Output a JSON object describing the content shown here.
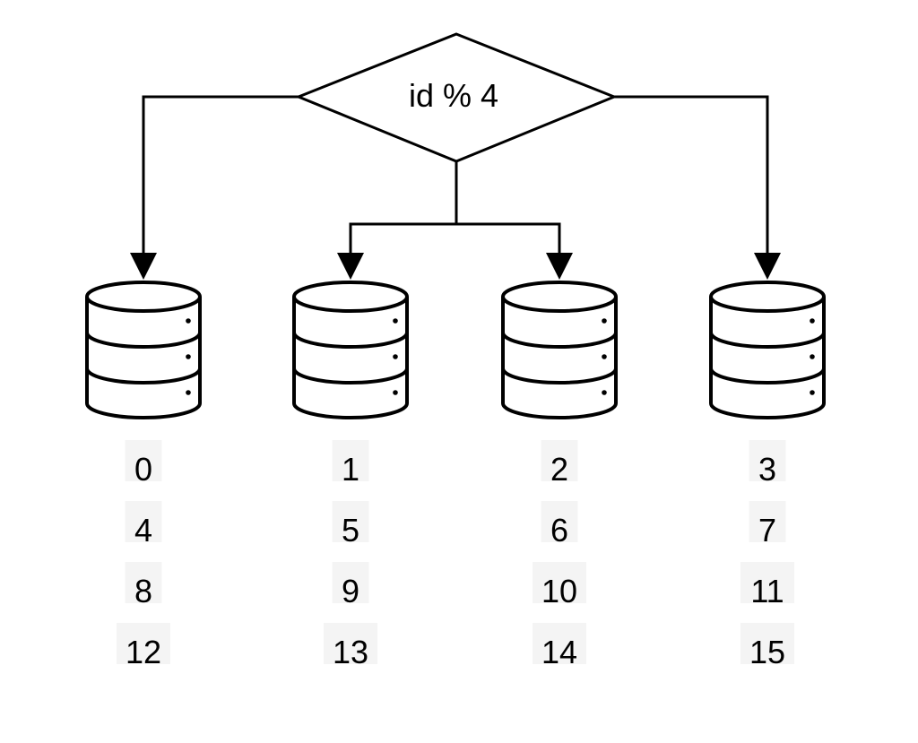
{
  "decision": {
    "label": "id % 4"
  },
  "shards": [
    {
      "ids": [
        "0",
        "4",
        "8",
        "12"
      ]
    },
    {
      "ids": [
        "1",
        "5",
        "9",
        "13"
      ]
    },
    {
      "ids": [
        "2",
        "6",
        "10",
        "14"
      ]
    },
    {
      "ids": [
        "3",
        "7",
        "11",
        "15"
      ]
    }
  ],
  "colors": {
    "stroke": "#000000",
    "background": "#ffffff",
    "label_highlight": "#f4f4f4"
  },
  "icons": {
    "shard": "database-icon",
    "arrow": "arrowhead-icon"
  }
}
